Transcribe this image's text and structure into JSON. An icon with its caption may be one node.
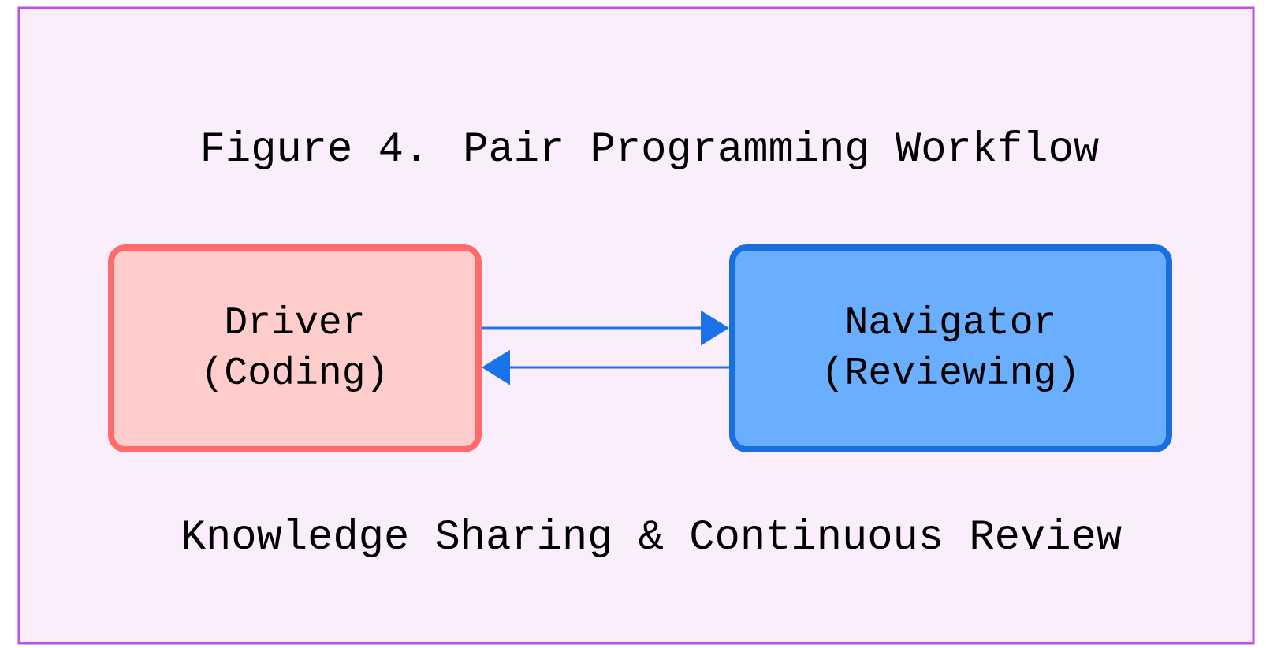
{
  "diagram": {
    "title": "Figure 4. Pair Programming Workflow",
    "caption": "Knowledge Sharing & Continuous Review",
    "nodes": [
      {
        "text": [
          "Driver (Coding)"
        ]
      },
      {
        "text": [
          "Navigator (Reviewing)"
        ]
      }
    ],
    "edges": [
      {
        "from": 0,
        "to": 1,
        "arrow": "to"
      },
      {
        "from": 1,
        "to": 0,
        "arrow": "to"
      }
    ]
  }
}
